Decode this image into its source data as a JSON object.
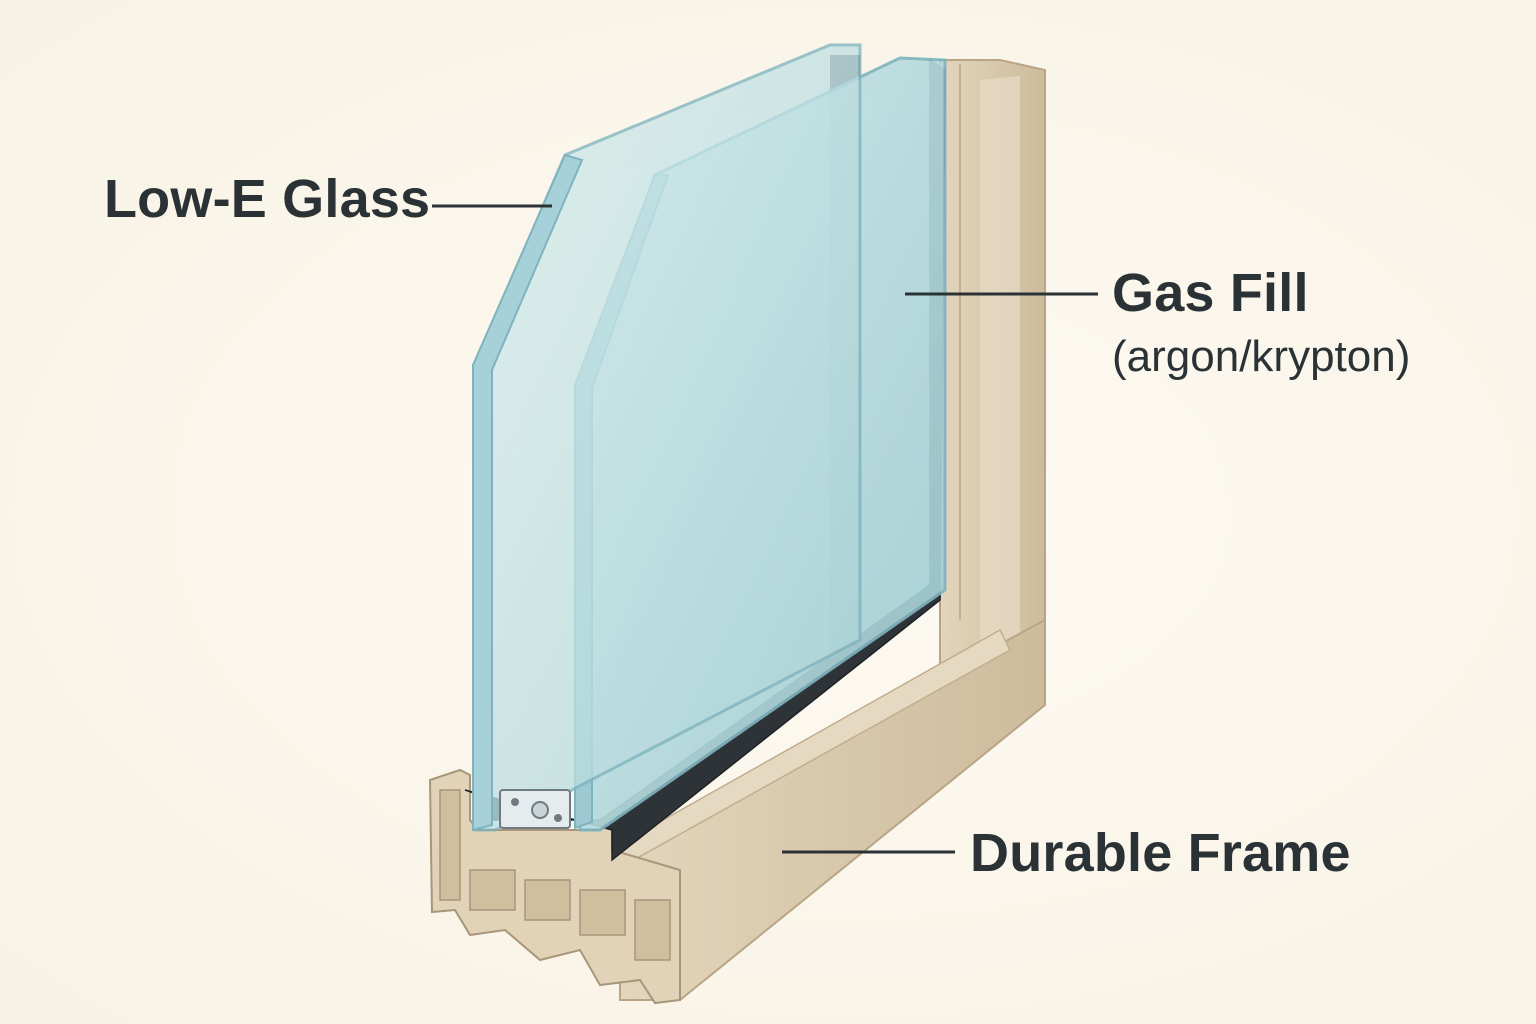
{
  "labels": {
    "low_e_glass": "Low-E Glass",
    "gas_fill": "Gas Fill",
    "gas_fill_detail": "(argon/krypton)",
    "durable_frame": "Durable Frame"
  },
  "colors": {
    "background": "#fbf7ee",
    "frame": "#d8c8ac",
    "glass": "#bfe0e0",
    "glass_edge": "#8cc0cc",
    "spacer": "#2e3338",
    "text": "#2b3236"
  }
}
